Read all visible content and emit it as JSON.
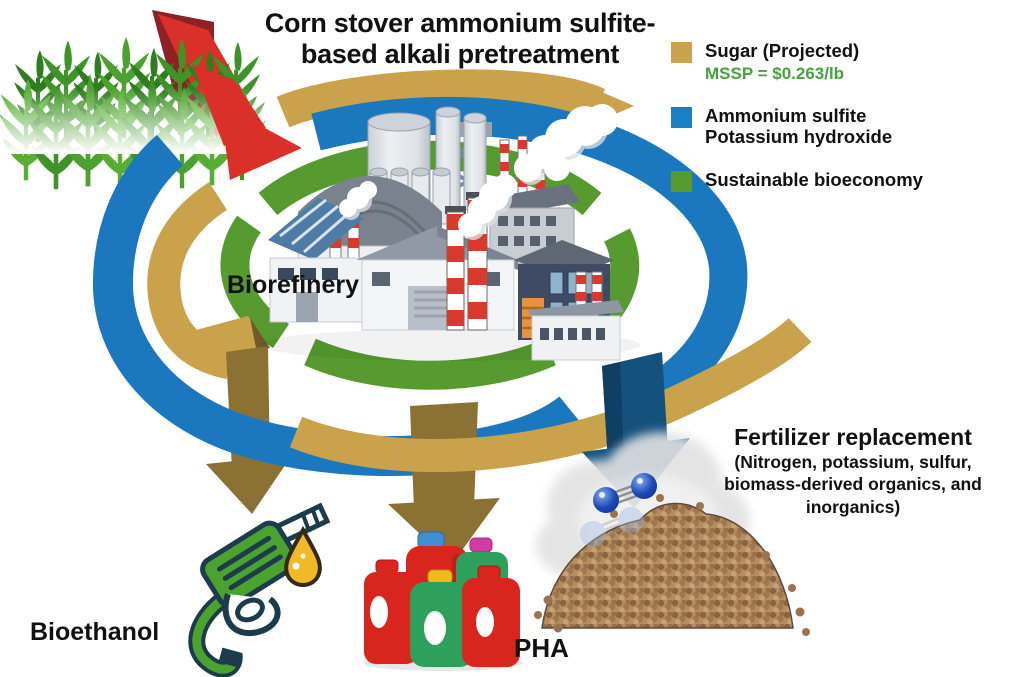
{
  "title": {
    "line1": "Corn stover ammonium sulfite-",
    "line2": "based alkali pretreatment"
  },
  "legend": {
    "items": [
      {
        "label": "Sugar (Projected)",
        "sublabel": "MSSP = $0.263/lb",
        "color": "#C9A24B"
      },
      {
        "line1": "Ammonium sulfite",
        "line2": "Potassium hydroxide",
        "color": "#1B7FC4"
      },
      {
        "label": "Sustainable bioeconomy",
        "color": "#579A30"
      }
    ]
  },
  "center": {
    "label": "Biorefinery"
  },
  "outputs": {
    "bioethanol": {
      "label": "Bioethanol"
    },
    "pha": {
      "label": "PHA"
    },
    "fertilizer": {
      "heading": "Fertilizer replacement",
      "sub_line1": "(Nitrogen, potassium, sulfur,",
      "sub_line2": "biomass-derived organics, and",
      "sub_line3": "inorganics)"
    }
  },
  "colors": {
    "gold": "#C9A24B",
    "blue": "#1B77BE",
    "green": "#579A30",
    "red_arrow": "#D9302A",
    "dark_red": "#8E2026",
    "olive_arrow": "#8C7134",
    "dark_blue_arrow": "#15517D",
    "mssp_green": "#44A33C"
  },
  "icons": {
    "corn-stover-icon": "corn field plants",
    "input-arrow-icon": "red input arrow",
    "biorefinery-factory-icon": "isometric biorefinery plant",
    "fuel-pump-icon": "green fuel nozzle with droplet",
    "detergent-bottles-icon": "plastic bottle cluster",
    "fertilizer-pile-icon": "granular fertilizer pile",
    "nitrogen-molecule-icon": "diatomic molecule"
  }
}
